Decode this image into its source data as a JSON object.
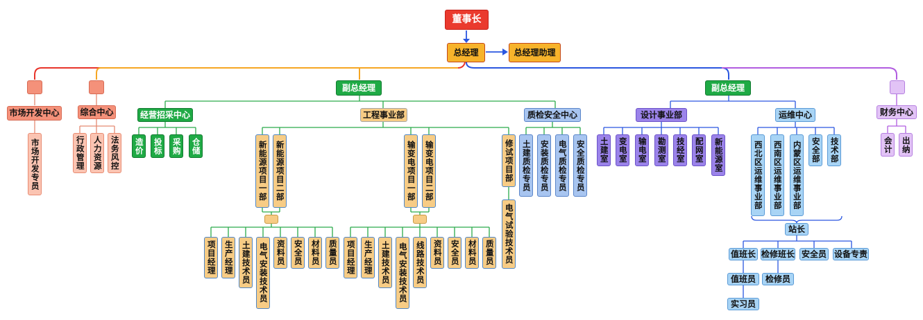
{
  "top": {
    "chairman": "董事长",
    "gm": "总经理",
    "gm_assistant": "总经理助理"
  },
  "left_depts": {
    "market": {
      "title": "市场开发中心",
      "members": [
        "市场开发专员"
      ]
    },
    "general": {
      "title": "综合中心",
      "members": [
        "行政管理",
        "人力资源",
        "法务风控"
      ]
    }
  },
  "vp_left": {
    "title": "副总经理",
    "bidding": {
      "title": "经营招采中心",
      "members": [
        "造价",
        "投标",
        "采购",
        "仓储"
      ]
    },
    "engineering": {
      "title": "工程事业部",
      "new_energy": [
        "新能源项目一部",
        "新能源项目二部"
      ],
      "new_energy_staff": [
        "项目经理",
        "生产经理",
        "土建技术员",
        "电气安装技术员",
        "资料员",
        "安全员",
        "材料员",
        "质量员"
      ],
      "power": [
        "输变电项目一部",
        "输变电项目二部"
      ],
      "power_staff": [
        "项目经理",
        "生产经理",
        "土建技术员",
        "电气安装技术员",
        "线路技术员",
        "资料员",
        "安全员",
        "材料员",
        "质量员"
      ],
      "repair": "修试项目部",
      "repair_staff": "电气试验技术员"
    },
    "quality": {
      "title": "质检安全中心",
      "members": [
        "土建质检专员",
        "安装质检专员",
        "电气质检专员",
        "安全质检专员"
      ]
    }
  },
  "vp_right": {
    "title": "副总经理",
    "design": {
      "title": "设计事业部",
      "members": [
        "土建室",
        "变电室",
        "输电室",
        "勘测室",
        "技经室",
        "配网室",
        "新能源室"
      ]
    },
    "ops": {
      "title": "运维中心",
      "members": [
        "西北区运维事业部",
        "西南区运维事业部",
        "内蒙区运维事业部",
        "安全部",
        "技术部"
      ],
      "station": "站长",
      "station_staff": [
        "值班长",
        "检修班长",
        "安全员",
        "设备专责"
      ],
      "shift_staff": "值班员",
      "repair_staff": "检修员",
      "intern": "实习员"
    }
  },
  "finance": {
    "title": "财务中心",
    "members": [
      "会计",
      "出纳"
    ]
  },
  "colors": {
    "red": "#e8342a",
    "orange": "#f6a623",
    "blue": "#2a56e0",
    "purple": "#b15ce0",
    "green": "#2aaa4a"
  }
}
